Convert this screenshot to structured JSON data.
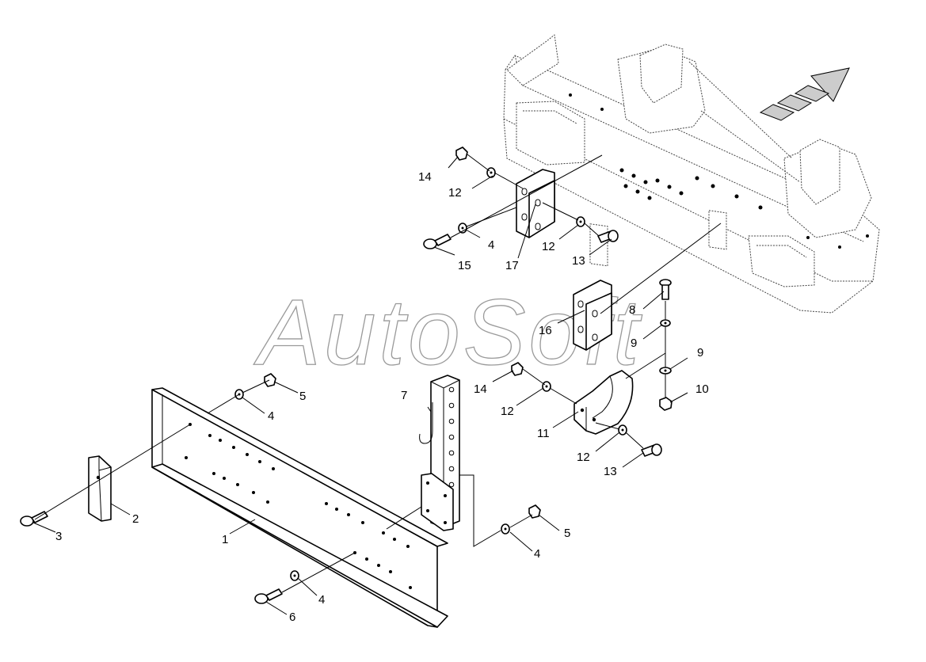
{
  "watermark": "AutoSoft",
  "callouts": {
    "c1": "1",
    "c2": "2",
    "c3": "3",
    "c4a": "4",
    "c4b": "4",
    "c4c": "4",
    "c4d": "4",
    "c5a": "5",
    "c5b": "5",
    "c6": "6",
    "c7": "7",
    "c8": "8",
    "c9a": "9",
    "c9b": "9",
    "c10": "10",
    "c11": "11",
    "c12a": "12",
    "c12b": "12",
    "c12c": "12",
    "c12d": "12",
    "c13a": "13",
    "c13b": "13",
    "c14a": "14",
    "c14b": "14",
    "c15": "15",
    "c16": "16",
    "c17": "17"
  },
  "direction_arrow_icon": "forward-direction-arrow-icon",
  "colors": {
    "line": "#000000",
    "frame": "#444444",
    "watermark": "#9a9a9a",
    "background": "#ffffff"
  }
}
